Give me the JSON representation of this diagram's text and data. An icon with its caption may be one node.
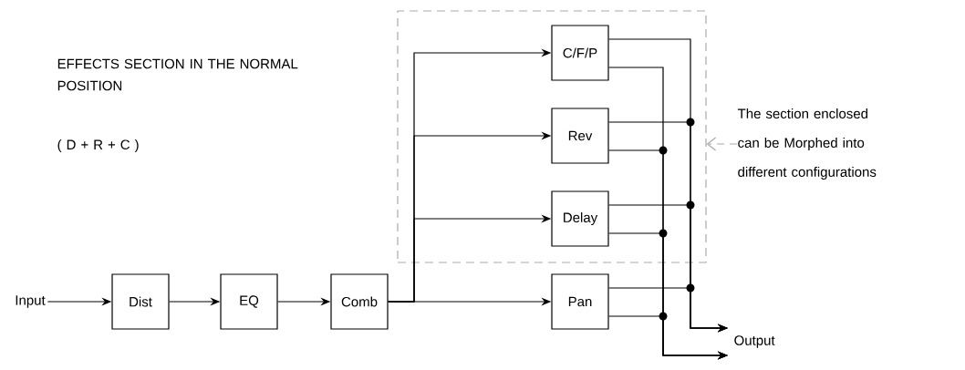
{
  "diagram": {
    "nodes": [
      {
        "text": [
          "Input"
        ]
      },
      {
        "text": [
          "Dist"
        ]
      },
      {
        "text": [
          "EQ"
        ]
      },
      {
        "text": [
          "Comb"
        ]
      },
      {
        "text": [],
        "shape": "box"
      },
      {
        "text": [
          "C/F/P"
        ],
        "in": 4
      },
      {
        "text": [
          "Rev"
        ],
        "in": 4
      },
      {
        "text": [
          "Delay"
        ],
        "in": 4
      },
      {
        "text": [
          "Pan"
        ]
      },
      {
        "text": [
          "Output"
        ]
      },
      {
        "text": [
          "The section enclosed can be Morphed into different configurations"
        ]
      }
    ],
    "edges": [
      {
        "from": 0,
        "to": 1,
        "arrow": "to"
      },
      {
        "from": 1,
        "to": 2,
        "arrow": "to"
      },
      {
        "from": 2,
        "to": 3,
        "arrow": "to"
      },
      {
        "from": 3,
        "to": 5,
        "arrow": "to"
      },
      {
        "from": 3,
        "to": 6,
        "arrow": "to"
      },
      {
        "from": 3,
        "to": 7,
        "arrow": "to"
      },
      {
        "from": 3,
        "to": 8,
        "arrow": "to"
      },
      {
        "from": 5,
        "to": 9,
        "arrow": "to"
      },
      {
        "from": 5,
        "to": 9,
        "arrow": "to"
      },
      {
        "from": 6,
        "to": 9,
        "arrow": "to"
      },
      {
        "from": 6,
        "to": 9,
        "arrow": "to"
      },
      {
        "from": 7,
        "to": 9,
        "arrow": "to"
      },
      {
        "from": 7,
        "to": 9,
        "arrow": "to"
      },
      {
        "from": 8,
        "to": 9,
        "arrow": "to"
      },
      {
        "from": 8,
        "to": 9,
        "arrow": "to"
      },
      {
        "from": 10,
        "to": 4,
        "arrow": "to",
        "style": "dashed",
        "color": "#aaaaaa"
      }
    ],
    "labels": [
      "EFFECTS SECTION IN THE NORMAL POSITION",
      "( D +  R + C )"
    ]
  }
}
